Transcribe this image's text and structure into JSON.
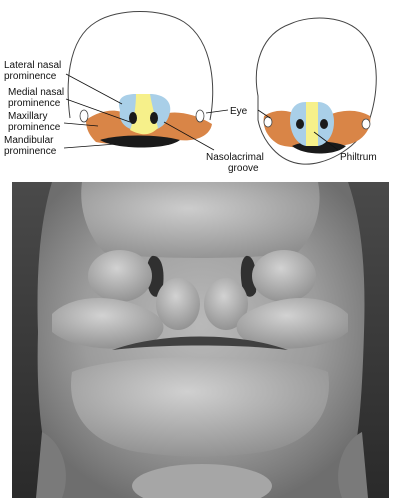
{
  "labels": {
    "lateral_nasal": [
      "Lateral nasal",
      "prominence"
    ],
    "medial_nasal": [
      "Medial nasal",
      "prominence"
    ],
    "maxillary": [
      "Maxillary",
      "prominence"
    ],
    "mandibular": [
      "Mandibular",
      "prominence"
    ],
    "eye": "Eye",
    "nasolacrimal": [
      "Nasolacrimal",
      "groove"
    ],
    "philtrum": "Philtrum"
  },
  "colors": {
    "lateral_nasal": "#a9cfe8",
    "medial_nasal": "#f6f08a",
    "maxillary": "#d98547",
    "mandibular": "#1a1a1a",
    "outline": "#444444"
  }
}
